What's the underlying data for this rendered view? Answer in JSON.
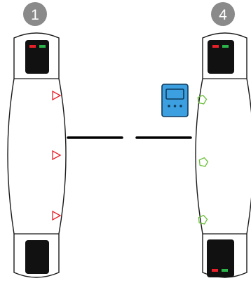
{
  "gates": [
    {
      "label": "1",
      "indicator_symbol": "triangle-arrow-icon",
      "indicator_color": "#e8202a",
      "indicator_count": 3,
      "led_position": "top"
    },
    {
      "label": "4",
      "indicator_symbol": "pentagon-icon",
      "indicator_color": "#6abf3a",
      "indicator_count": 3,
      "led_position": "top-and-bottom"
    }
  ],
  "colors": {
    "badge": "#8a8a8a",
    "housing_stroke": "#1a1a1a",
    "head_block": "#111111",
    "led_red": "#e8202a",
    "led_green": "#2cb34a",
    "card_reader": "#3b9fe0",
    "barrier_arm": "#000000"
  },
  "card_reader": {
    "icon": "card-reader-icon",
    "attached_to_gate": "4"
  }
}
